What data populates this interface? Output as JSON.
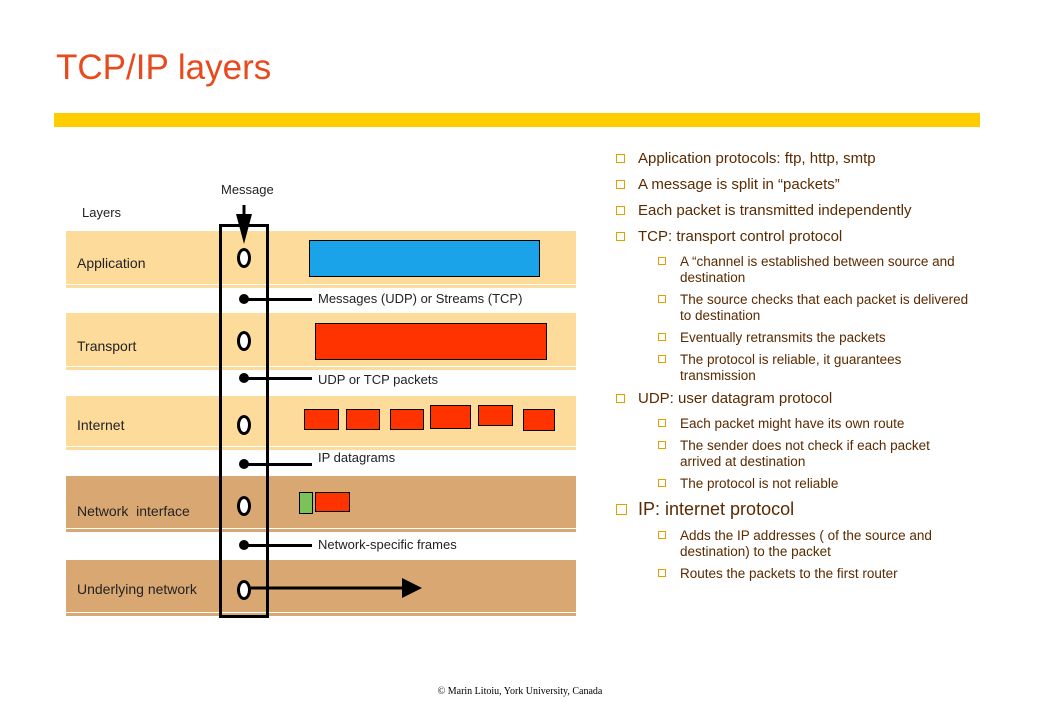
{
  "title": "TCP/IP layers",
  "diagram": {
    "message_label": "Message",
    "layers_heading": "Layers",
    "layers": [
      "Application",
      "Transport",
      "Internet",
      "Network  interface",
      "Underlying network"
    ],
    "flow_labels": [
      "Messages (UDP) or Streams (TCP)",
      "UDP or TCP packets",
      "IP datagrams",
      "Network-specific frames"
    ]
  },
  "bullets": [
    {
      "text": "Application protocols: ftp, http, smtp",
      "sub": []
    },
    {
      "text": "A message is split in “packets”",
      "sub": []
    },
    {
      "text": "Each packet is transmitted independently",
      "sub": []
    },
    {
      "text": "TCP: transport control protocol",
      "sub": [
        "A “channel is established between source and destination",
        "The source checks that each packet is delivered to destination",
        "Eventually retransmits the packets",
        "The protocol is reliable, it guarantees transmission"
      ]
    },
    {
      "text": "UDP: user datagram protocol",
      "sub": [
        "Each packet might have its own route",
        "The sender does not check if each packet arrived at destination",
        "The protocol is not reliable"
      ]
    },
    {
      "text": "IP: internet protocol",
      "big": true,
      "sub": [
        "Adds the IP addresses ( of the source and destination) to the packet",
        "Routes the packets to the first router"
      ]
    }
  ],
  "footer": "©  Marin Litoiu, York University, Canada",
  "colors": {
    "title": "#e8491d",
    "accent_bar": "#ffcc00",
    "band_light": "#fddb9a",
    "band_dark": "#d9a872",
    "packet_blue": "#1aa3e8",
    "packet_red": "#ff3300",
    "packet_green": "#7bc25a",
    "bullet_text": "#5a2a00"
  }
}
